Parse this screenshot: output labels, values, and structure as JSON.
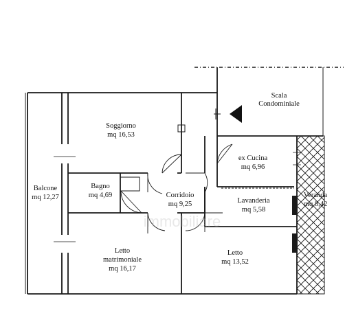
{
  "rooms": [
    {
      "id": "scala",
      "name": "Scala",
      "area": "Condominiale"
    },
    {
      "id": "soggiorno",
      "name": "Soggiorno",
      "area": "mq 16,53"
    },
    {
      "id": "cucina",
      "name": "ex Cucina",
      "area": "mq 6,96"
    },
    {
      "id": "balcone",
      "name": "Balcone",
      "area": "mq 12,27"
    },
    {
      "id": "bagno",
      "name": "Bagno",
      "area": "mq 4,69"
    },
    {
      "id": "corridoio",
      "name": "Corridoio",
      "area": "mq 9,25"
    },
    {
      "id": "lavanderia",
      "name": "Lavanderia",
      "area": "mq 5,58"
    },
    {
      "id": "veranda",
      "name": "Veranda",
      "area": "mq 8,42"
    },
    {
      "id": "letto-matrimoniale",
      "name": "Letto",
      "name2": "matrimoniale",
      "area": "mq 16,17"
    },
    {
      "id": "letto",
      "name": "Letto",
      "area": "mq 13,52"
    }
  ],
  "watermark": "immobiliare"
}
